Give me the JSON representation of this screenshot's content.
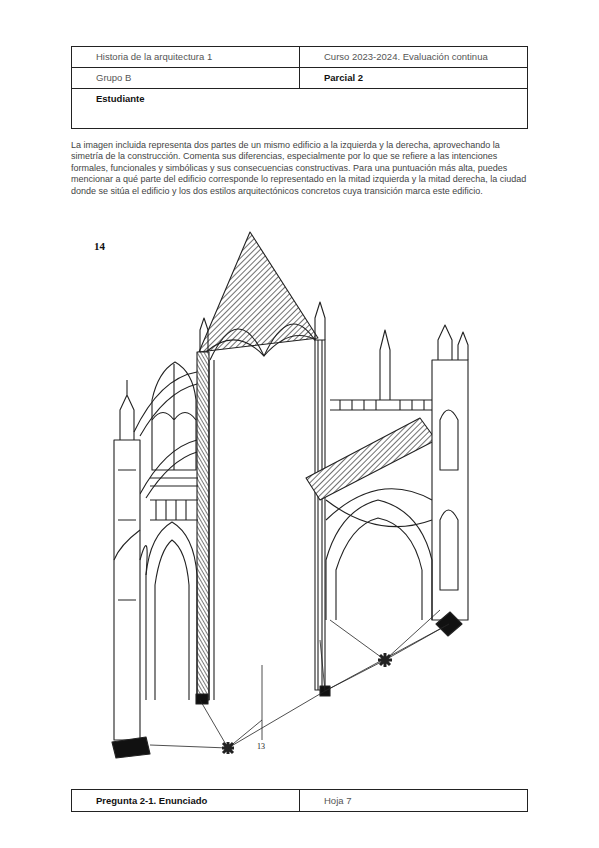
{
  "diagram": {
    "nodes": [
      {
        "text": [
          "Historia de la arquitectura 1"
        ]
      },
      {
        "text": [
          "Curso 2023-2024. Evaluación continua"
        ]
      },
      {
        "text": [
          "Grupo B"
        ]
      },
      {
        "text": [
          "Parcial 2"
        ]
      },
      {
        "text": [
          "Estudiante"
        ]
      },
      {
        "text": [
          "Pregunta 2-1. Enunciado"
        ]
      },
      {
        "text": [
          "Hoja 7"
        ]
      }
    ],
    "labels": [
      "La imagen incluida representa dos partes de un mismo edificio a la izquierda y la derecha, aprovechando la simetría de la construcción. Comenta sus diferencias, especialmente por lo que se refiere a las intenciones formales, funcionales y simbólicas y sus consecuencias constructivas. Para una puntuación más alta, puedes mencionar a qué parte del edificio corresponde lo representado en la mitad izquierda y la mitad derecha, la ciudad donde se sitúa el edificio y los dos estilos arquitectónicos concretos cuya transición marca este edificio.",
      "14",
      "13"
    ]
  }
}
